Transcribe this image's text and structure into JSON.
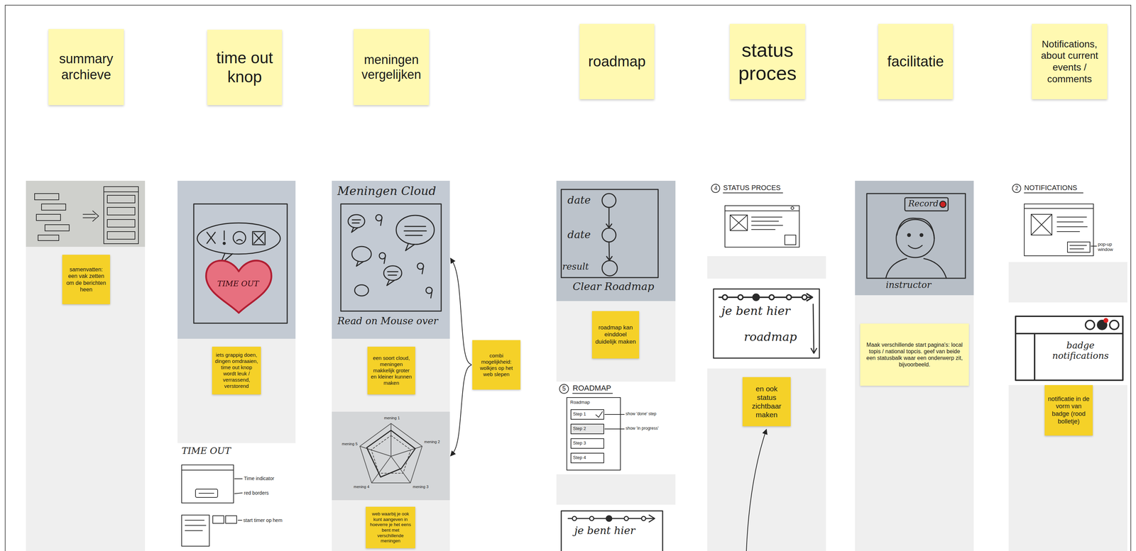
{
  "diagram": {
    "nodes": [
      {
        "text": [
          "summary archieve"
        ]
      },
      {
        "text": [
          "time out knop"
        ]
      },
      {
        "text": [
          "meningen vergelijken"
        ]
      },
      {
        "text": [
          "roadmap"
        ]
      },
      {
        "text": [
          "status proces"
        ]
      },
      {
        "text": [
          "facilitatie"
        ]
      },
      {
        "text": [
          "Notifications, about current events / comments"
        ]
      },
      {
        "text": [
          "samenvatten: een vak zetten om de berichten heen"
        ]
      },
      {
        "text": [
          "TIME OUT"
        ]
      },
      {
        "text": [
          "iets grappig doen, dingen omdraaien, time out knop wordt leuk / verrassend, verstorend"
        ]
      },
      {
        "text": [
          "TIME OUT",
          "Time indicator",
          "red borders",
          "start timer op hem"
        ]
      },
      {
        "text": [
          "Meningen Cloud",
          "Read on Mouse over"
        ]
      },
      {
        "text": [
          "een soort cloud, meningen makkelijk groter en kleiner kunnen maken"
        ]
      },
      {
        "text": [
          "combi mogelijkheid: wolkjes op het web slepen"
        ]
      },
      {
        "text": [
          "mening 1",
          "mening 2",
          "mening 3",
          "mening 4",
          "mening 5"
        ]
      },
      {
        "text": [
          "web waarbij je ook kunt aangeven in hoeverre je het eens bent met verschillende meningen"
        ]
      },
      {
        "text": [
          "date",
          "date",
          "result",
          "Clear Roadmap"
        ]
      },
      {
        "text": [
          "roadmap kan einddoel duidelijk maken"
        ]
      },
      {
        "text": [
          "5",
          "ROADMAP",
          "Roadmap",
          "Step 1",
          "Step 2",
          "Step 3",
          "Step 4",
          "show 'done' step",
          "show 'in progress'"
        ]
      },
      {
        "text": [
          "je bent hier"
        ]
      },
      {
        "text": [
          "4",
          "STATUS PROCES"
        ]
      },
      {
        "text": [
          "je bent hier",
          "roadmap"
        ]
      },
      {
        "text": [
          "en ook status zichtbaar maken"
        ]
      },
      {
        "text": [
          "Record",
          "instructor"
        ]
      },
      {
        "text": [
          "Maak verschillende start pagina's: local topis / national topcis. geef van beide een statusbalk waar een onderwerp zit, bijvoorbeeld."
        ]
      },
      {
        "text": [
          "2",
          "NOTIFICATIONS",
          "pop-up window"
        ]
      },
      {
        "text": [
          "badge notifications"
        ]
      },
      {
        "text": [
          "notificatie in de vorm van badge (rood bolletje)"
        ]
      }
    ],
    "edges": [
      {
        "from": 13,
        "to": 11,
        "arrow": "to"
      },
      {
        "from": 13,
        "to": 14,
        "arrow": "to"
      }
    ]
  }
}
